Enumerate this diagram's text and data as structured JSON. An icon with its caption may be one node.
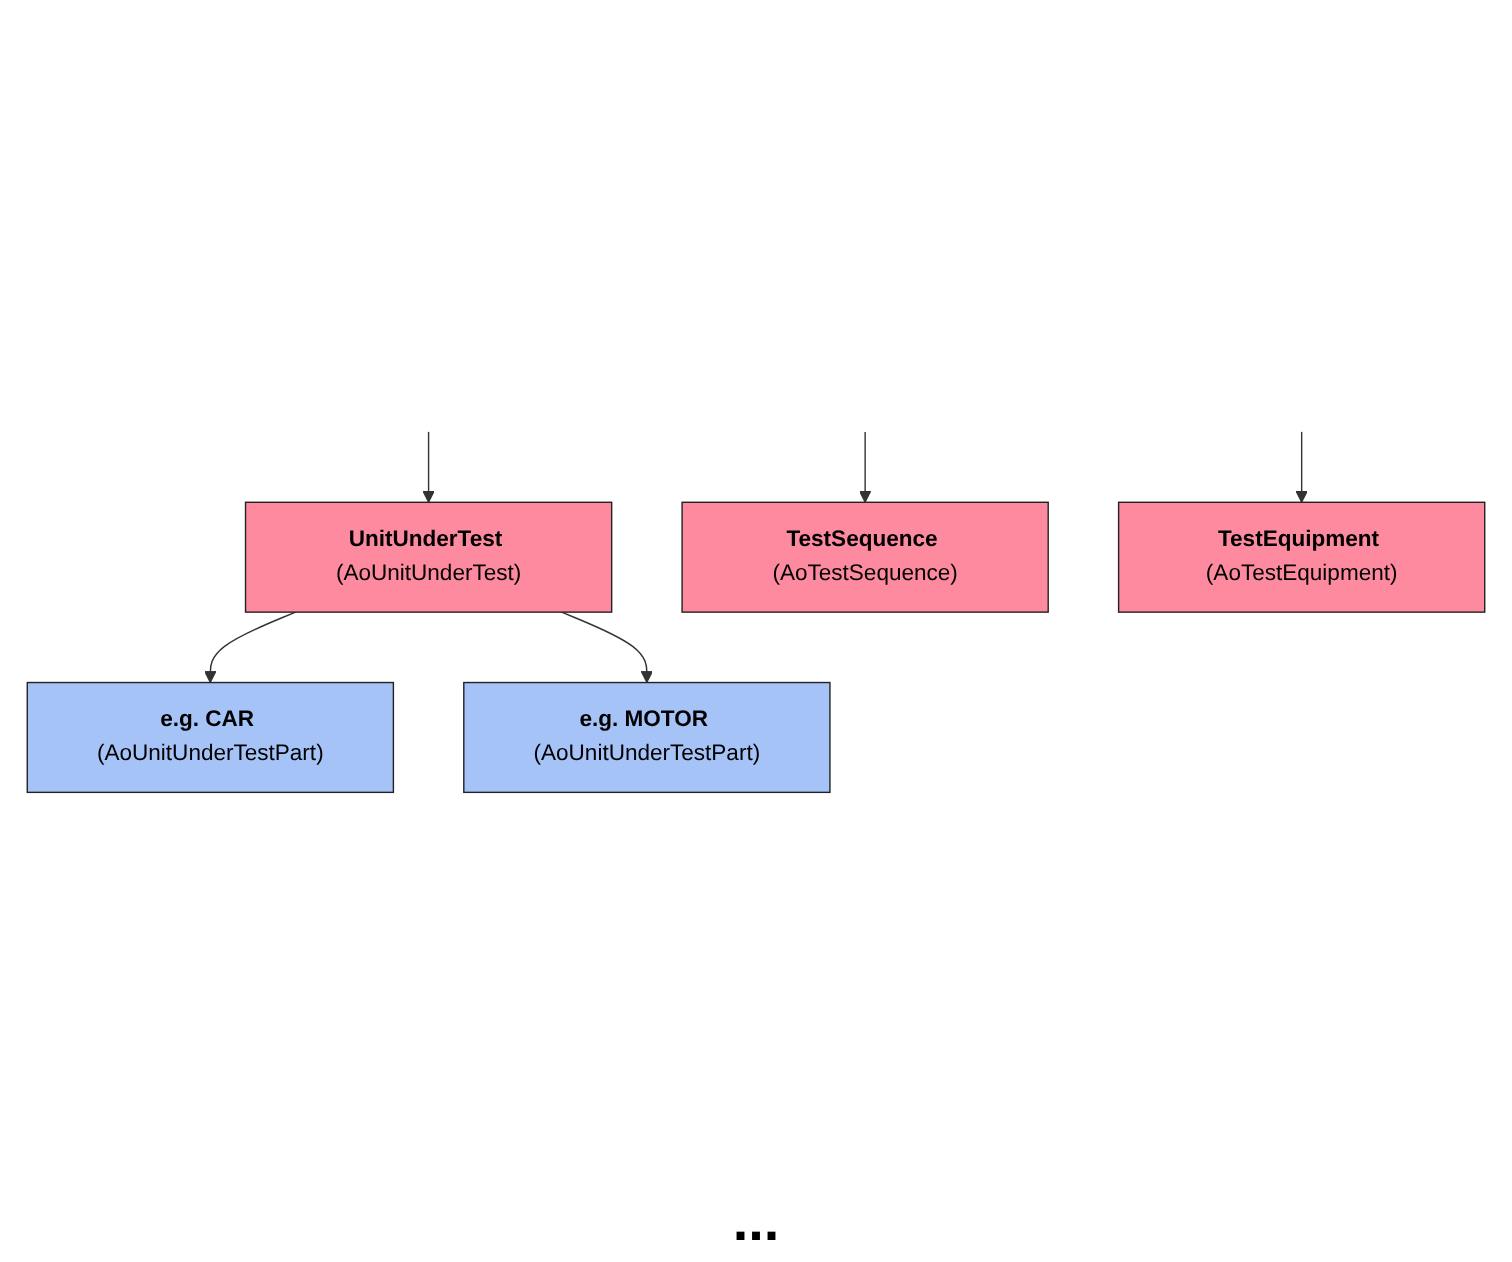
{
  "diagram": {
    "nodes": [
      {
        "text": [
          "**UnitUnderTest** (AoUnitUnderTest)"
        ]
      },
      {
        "text": [
          "**e.g. CAR** (AoUnitUnderTestPart)"
        ]
      },
      {
        "text": [
          "**e.g. MOTOR** (AoUnitUnderTestPart)"
        ]
      },
      {
        "text": [
          "**TestSequence** (AoTestSequence)"
        ]
      },
      {
        "text": [
          "**TestEquipment** (AoTestEquipment)"
        ]
      }
    ],
    "edges": [
      {
        "from": null,
        "to": 0,
        "arrow": "to"
      },
      {
        "from": 0,
        "to": 1,
        "arrow": "to"
      },
      {
        "from": 0,
        "to": 2,
        "arrow": "to"
      },
      {
        "from": null,
        "to": 3,
        "arrow": "to"
      },
      {
        "from": null,
        "to": 4,
        "arrow": "to"
      }
    ],
    "labels": [
      "..."
    ]
  }
}
